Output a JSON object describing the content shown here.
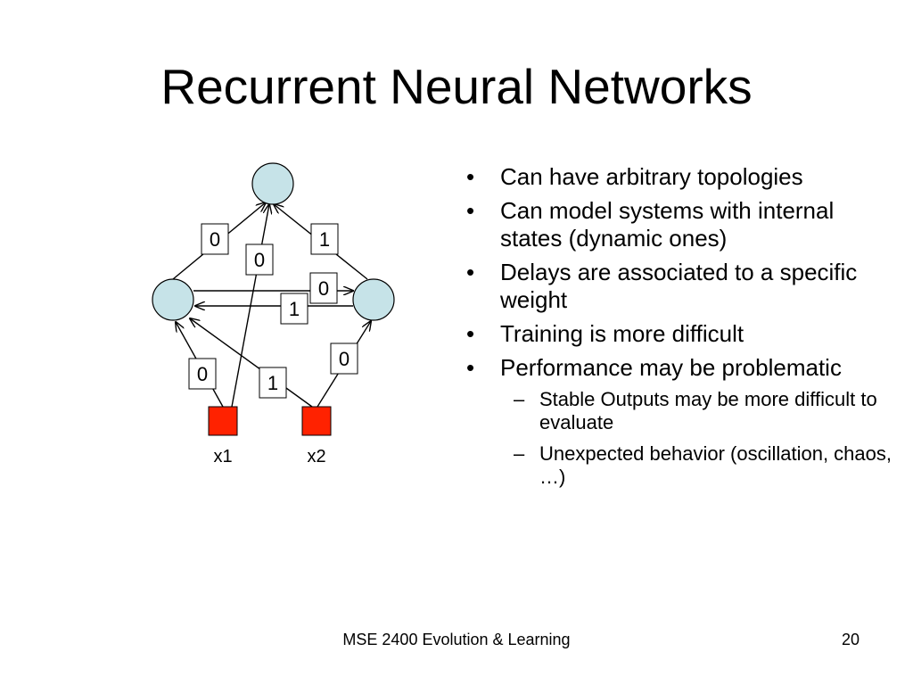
{
  "slide": {
    "title": "Recurrent Neural Networks",
    "footer": "MSE 2400 Evolution & Learning",
    "page_number": "20"
  },
  "diagram": {
    "colors": {
      "hidden_node_fill": "#C6E3E8",
      "input_node_fill": "#FF2200",
      "line": "#000000"
    },
    "nodes": [
      {
        "id": "top-node",
        "kind": "hidden",
        "label": ""
      },
      {
        "id": "left-node",
        "kind": "hidden",
        "label": ""
      },
      {
        "id": "right-node",
        "kind": "hidden",
        "label": ""
      },
      {
        "id": "input-x1",
        "kind": "input",
        "label": "x1"
      },
      {
        "id": "input-x2",
        "kind": "input",
        "label": "x2"
      }
    ],
    "connections": [
      {
        "from": "left-node",
        "to": "top-node",
        "delay": "0"
      },
      {
        "from": "input-x1",
        "to": "top-node",
        "delay": "0"
      },
      {
        "from": "right-node",
        "to": "top-node",
        "delay": "1"
      },
      {
        "from": "left-node",
        "to": "right-node",
        "delay": "0"
      },
      {
        "from": "right-node",
        "to": "left-node",
        "delay": "1"
      },
      {
        "from": "input-x1",
        "to": "left-node",
        "delay": "0"
      },
      {
        "from": "input-x2",
        "to": "left-node",
        "delay": "1"
      },
      {
        "from": "input-x2",
        "to": "right-node",
        "delay": "0"
      }
    ]
  },
  "bullets": [
    {
      "level": 1,
      "marker": "•",
      "text": "Can have arbitrary topologies"
    },
    {
      "level": 1,
      "marker": "•",
      "text": "Can model systems with internal states (dynamic ones)"
    },
    {
      "level": 1,
      "marker": "•",
      "text": "Delays are associated to a specific weight"
    },
    {
      "level": 1,
      "marker": "•",
      "text": "Training is more difficult"
    },
    {
      "level": 1,
      "marker": "•",
      "text": "Performance may be problematic"
    },
    {
      "level": 2,
      "marker": "–",
      "text": "Stable Outputs may be more difficult to evaluate"
    },
    {
      "level": 2,
      "marker": "–",
      "text": "Unexpected behavior (oscillation, chaos, …)"
    }
  ]
}
